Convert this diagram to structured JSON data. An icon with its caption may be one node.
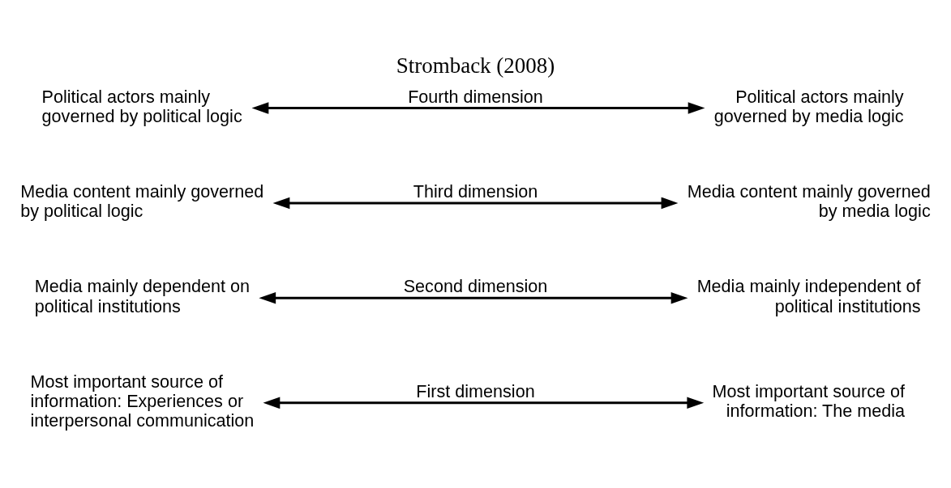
{
  "diagram": {
    "title": "Stromback (2008)",
    "nodes": [
      {
        "text": [
          "Most important source of information: Experiences or interpersonal communication"
        ]
      },
      {
        "text": [
          "Most important source of information: The media"
        ]
      },
      {
        "text": [
          "Media mainly dependent on political institutions"
        ]
      },
      {
        "text": [
          "Media mainly independent of political institutions"
        ]
      },
      {
        "text": [
          "Media content mainly governed by political logic"
        ]
      },
      {
        "text": [
          "Media content mainly governed by media logic"
        ]
      },
      {
        "text": [
          "Political actors mainly governed by political logic"
        ]
      },
      {
        "text": [
          "Political actors mainly governed by media logic"
        ]
      }
    ],
    "edges": [
      {
        "from": 0,
        "to": 1,
        "arrow": "both",
        "label": "First dimension"
      },
      {
        "from": 2,
        "to": 3,
        "arrow": "both",
        "label": "Second dimension"
      },
      {
        "from": 4,
        "to": 5,
        "arrow": "both",
        "label": "Third dimension"
      },
      {
        "from": 6,
        "to": 7,
        "arrow": "both",
        "label": "Fourth dimension"
      }
    ]
  }
}
